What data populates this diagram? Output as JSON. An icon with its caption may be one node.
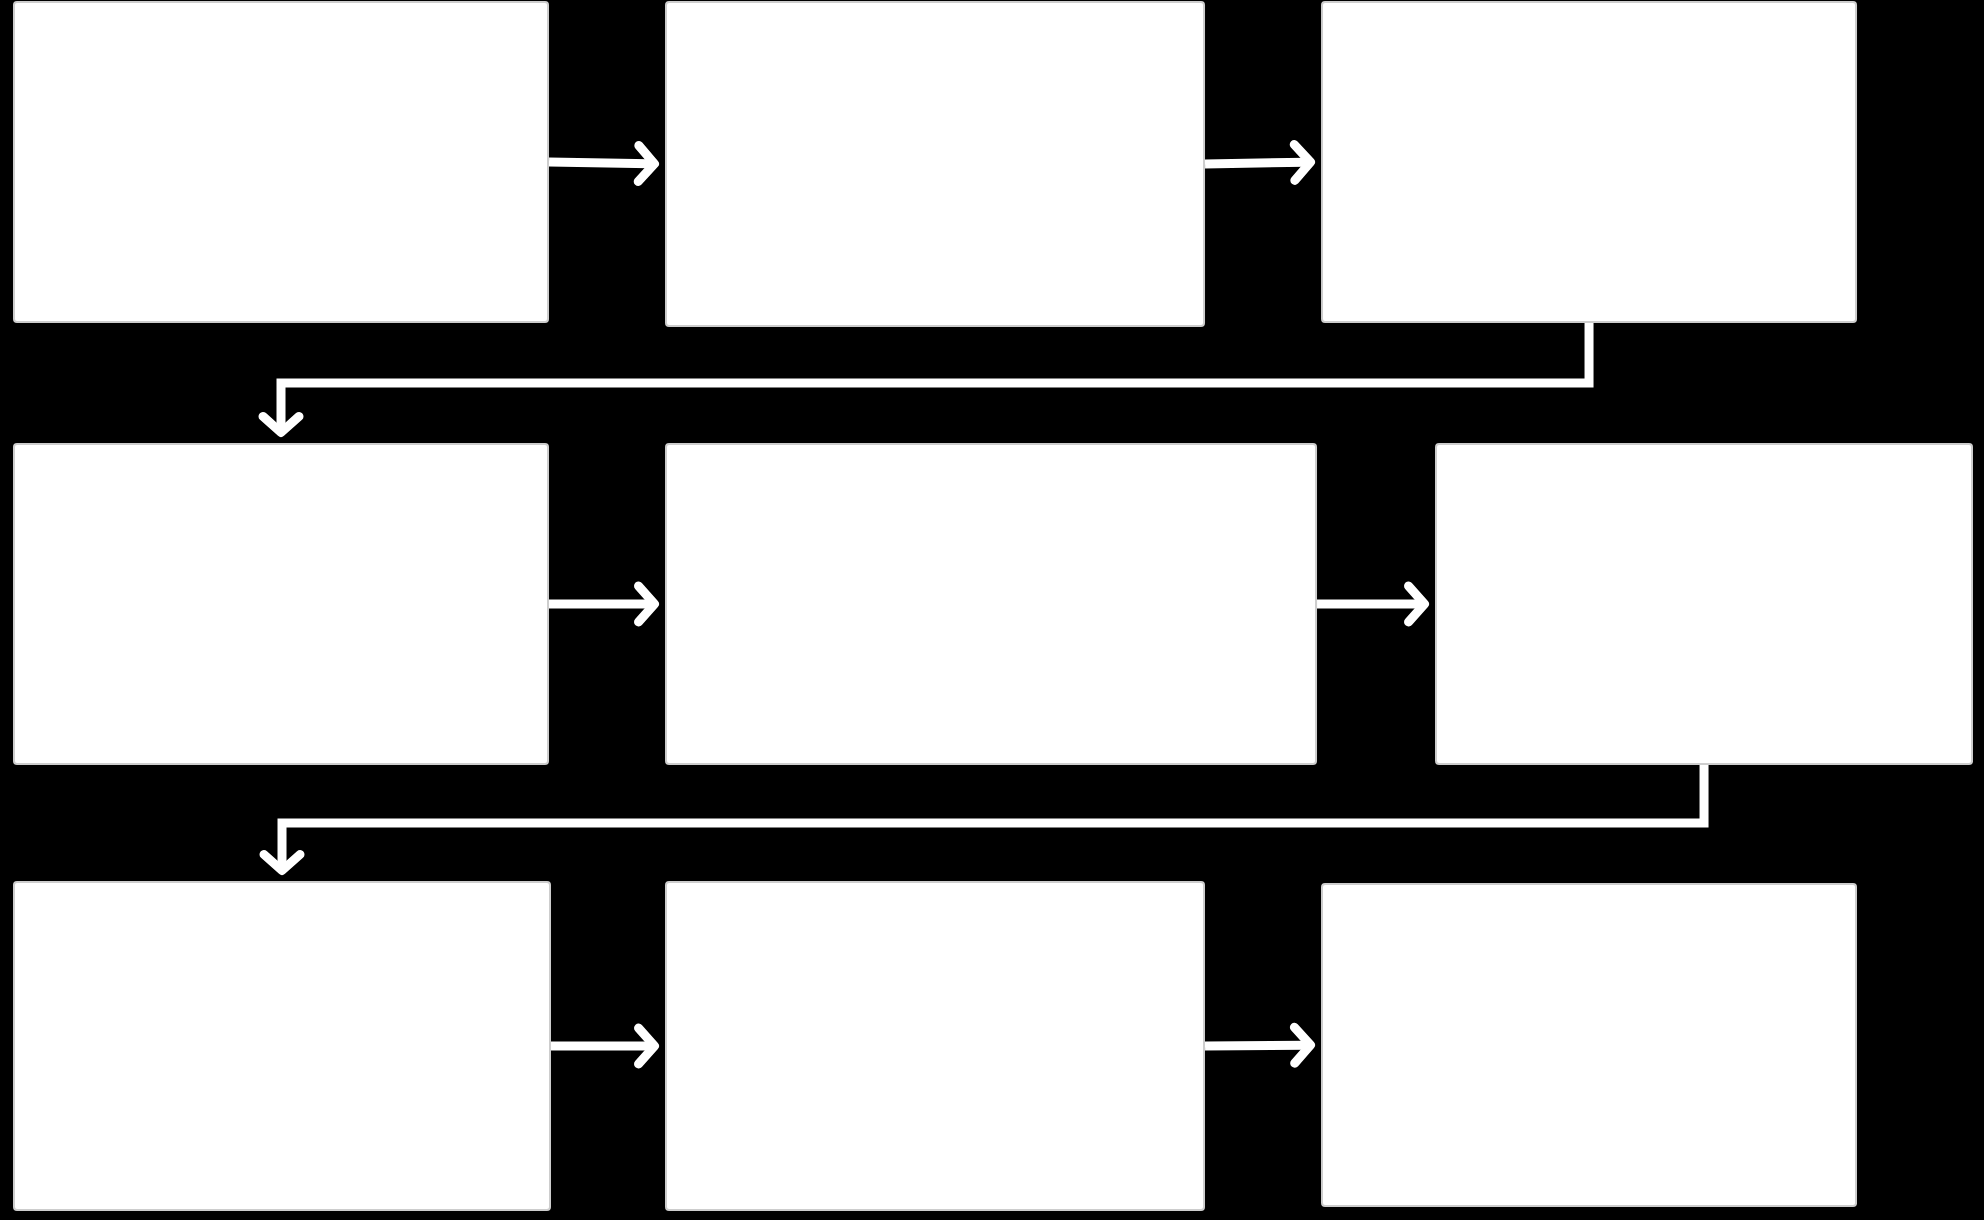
{
  "diagram": {
    "nodes": [
      {
        "text": [],
        "shape": "box"
      },
      {
        "text": [],
        "shape": "box"
      },
      {
        "text": [],
        "shape": "box"
      },
      {
        "text": [],
        "shape": "box"
      },
      {
        "text": [],
        "shape": "box"
      },
      {
        "text": [],
        "shape": "box"
      },
      {
        "text": [],
        "shape": "box"
      },
      {
        "text": [],
        "shape": "box"
      },
      {
        "text": [],
        "shape": "box"
      }
    ],
    "edges": [
      {
        "from": 0,
        "to": 1,
        "arrow": "to"
      },
      {
        "from": 1,
        "to": 2,
        "arrow": "to"
      },
      {
        "from": 2,
        "to": 3,
        "arrow": "to"
      },
      {
        "from": 3,
        "to": 4,
        "arrow": "to"
      },
      {
        "from": 4,
        "to": 5,
        "arrow": "to"
      },
      {
        "from": 5,
        "to": 6,
        "arrow": "to"
      },
      {
        "from": 6,
        "to": 7,
        "arrow": "to"
      },
      {
        "from": 7,
        "to": 8,
        "arrow": "to"
      }
    ]
  }
}
